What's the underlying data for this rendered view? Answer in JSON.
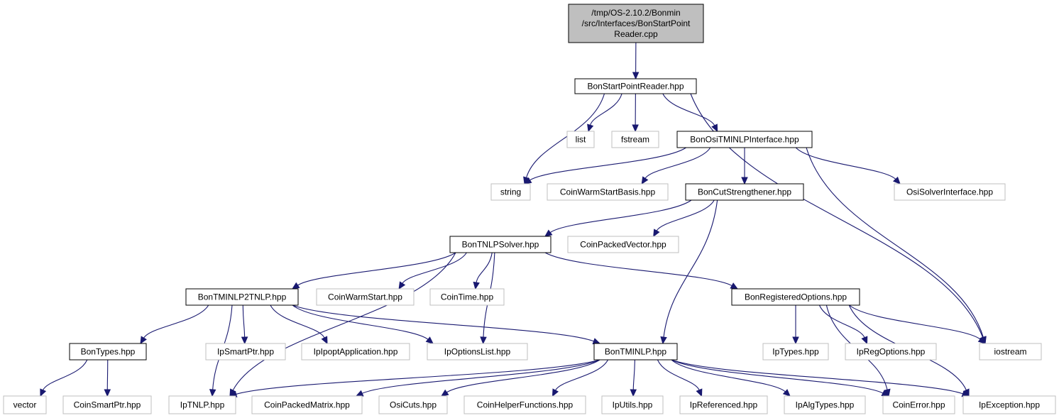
{
  "graph": {
    "edge_color": "#191970",
    "root_fill": "#bfbfbf",
    "external_border": "#bfbfbf",
    "nodes": [
      {
        "id": "root",
        "label": [
          "/tmp/OS-2.10.2/Bonmin",
          "/src/Interfaces/BonStartPoint",
          "Reader.cpp"
        ],
        "kind": "root"
      },
      {
        "id": "bonstartpointreader",
        "label": [
          "BonStartPointReader.hpp"
        ],
        "kind": "internal"
      },
      {
        "id": "list",
        "label": [
          "list"
        ],
        "kind": "external"
      },
      {
        "id": "fstream",
        "label": [
          "fstream"
        ],
        "kind": "external"
      },
      {
        "id": "bonositminlp",
        "label": [
          "BonOsiTMINLPInterface.hpp"
        ],
        "kind": "internal"
      },
      {
        "id": "string",
        "label": [
          "string"
        ],
        "kind": "external"
      },
      {
        "id": "coinwarmstartbasis",
        "label": [
          "CoinWarmStartBasis.hpp"
        ],
        "kind": "external"
      },
      {
        "id": "boncutstrengthener",
        "label": [
          "BonCutStrengthener.hpp"
        ],
        "kind": "internal"
      },
      {
        "id": "osisolverinterface",
        "label": [
          "OsiSolverInterface.hpp"
        ],
        "kind": "external"
      },
      {
        "id": "bontnlpsolver",
        "label": [
          "BonTNLPSolver.hpp"
        ],
        "kind": "internal"
      },
      {
        "id": "coinpackedvector",
        "label": [
          "CoinPackedVector.hpp"
        ],
        "kind": "external"
      },
      {
        "id": "bontminlp2tnlp",
        "label": [
          "BonTMINLP2TNLP.hpp"
        ],
        "kind": "internal"
      },
      {
        "id": "coinwarmstart",
        "label": [
          "CoinWarmStart.hpp"
        ],
        "kind": "external"
      },
      {
        "id": "cointime",
        "label": [
          "CoinTime.hpp"
        ],
        "kind": "external"
      },
      {
        "id": "bonregisteredoptions",
        "label": [
          "BonRegisteredOptions.hpp"
        ],
        "kind": "internal"
      },
      {
        "id": "bontypes",
        "label": [
          "BonTypes.hpp"
        ],
        "kind": "internal"
      },
      {
        "id": "ipsmartptr",
        "label": [
          "IpSmartPtr.hpp"
        ],
        "kind": "external"
      },
      {
        "id": "ipipoptapplication",
        "label": [
          "IpIpoptApplication.hpp"
        ],
        "kind": "external"
      },
      {
        "id": "ipoptionslist",
        "label": [
          "IpOptionsList.hpp"
        ],
        "kind": "external"
      },
      {
        "id": "bontminlp",
        "label": [
          "BonTMINLP.hpp"
        ],
        "kind": "internal"
      },
      {
        "id": "iptypes",
        "label": [
          "IpTypes.hpp"
        ],
        "kind": "external"
      },
      {
        "id": "ipregoptions",
        "label": [
          "IpRegOptions.hpp"
        ],
        "kind": "external"
      },
      {
        "id": "iostream",
        "label": [
          "iostream"
        ],
        "kind": "external"
      },
      {
        "id": "vector",
        "label": [
          "vector"
        ],
        "kind": "external"
      },
      {
        "id": "coinsmartptr",
        "label": [
          "CoinSmartPtr.hpp"
        ],
        "kind": "external"
      },
      {
        "id": "iptnlp",
        "label": [
          "IpTNLP.hpp"
        ],
        "kind": "external"
      },
      {
        "id": "coinpackedmatrix",
        "label": [
          "CoinPackedMatrix.hpp"
        ],
        "kind": "external"
      },
      {
        "id": "osicuts",
        "label": [
          "OsiCuts.hpp"
        ],
        "kind": "external"
      },
      {
        "id": "coinhelperfunctions",
        "label": [
          "CoinHelperFunctions.hpp"
        ],
        "kind": "external"
      },
      {
        "id": "iputils",
        "label": [
          "IpUtils.hpp"
        ],
        "kind": "external"
      },
      {
        "id": "ipreferenced",
        "label": [
          "IpReferenced.hpp"
        ],
        "kind": "external"
      },
      {
        "id": "ipalgtypes",
        "label": [
          "IpAlgTypes.hpp"
        ],
        "kind": "external"
      },
      {
        "id": "coinerror",
        "label": [
          "CoinError.hpp"
        ],
        "kind": "external"
      },
      {
        "id": "ipexception",
        "label": [
          "IpException.hpp"
        ],
        "kind": "external"
      }
    ],
    "edges": [
      {
        "from": "root",
        "to": "bonstartpointreader"
      },
      {
        "from": "bonstartpointreader",
        "to": "string"
      },
      {
        "from": "bonstartpointreader",
        "to": "list"
      },
      {
        "from": "bonstartpointreader",
        "to": "fstream"
      },
      {
        "from": "bonstartpointreader",
        "to": "bonositminlp"
      },
      {
        "from": "bonstartpointreader",
        "to": "iostream"
      },
      {
        "from": "bonositminlp",
        "to": "string"
      },
      {
        "from": "bonositminlp",
        "to": "coinwarmstartbasis"
      },
      {
        "from": "bonositminlp",
        "to": "boncutstrengthener"
      },
      {
        "from": "bonositminlp",
        "to": "osisolverinterface"
      },
      {
        "from": "bonositminlp",
        "to": "iostream"
      },
      {
        "from": "boncutstrengthener",
        "to": "bontnlpsolver"
      },
      {
        "from": "boncutstrengthener",
        "to": "coinpackedvector"
      },
      {
        "from": "boncutstrengthener",
        "to": "bontminlp"
      },
      {
        "from": "bontnlpsolver",
        "to": "bontminlp2tnlp"
      },
      {
        "from": "bontnlpsolver",
        "to": "coinwarmstart"
      },
      {
        "from": "bontnlpsolver",
        "to": "cointime"
      },
      {
        "from": "bontnlpsolver",
        "to": "bonregisteredoptions"
      },
      {
        "from": "bontnlpsolver",
        "to": "ipoptionslist"
      },
      {
        "from": "bontnlpsolver",
        "to": "iptnlp"
      },
      {
        "from": "bontminlp2tnlp",
        "to": "bontypes"
      },
      {
        "from": "bontminlp2tnlp",
        "to": "iptnlp"
      },
      {
        "from": "bontminlp2tnlp",
        "to": "ipsmartptr"
      },
      {
        "from": "bontminlp2tnlp",
        "to": "ipipoptapplication"
      },
      {
        "from": "bontminlp2tnlp",
        "to": "ipoptionslist"
      },
      {
        "from": "bontminlp2tnlp",
        "to": "bontminlp"
      },
      {
        "from": "bonregisteredoptions",
        "to": "iptypes"
      },
      {
        "from": "bonregisteredoptions",
        "to": "ipregoptions"
      },
      {
        "from": "bonregisteredoptions",
        "to": "iostream"
      },
      {
        "from": "bonregisteredoptions",
        "to": "coinerror"
      },
      {
        "from": "bonregisteredoptions",
        "to": "ipexception"
      },
      {
        "from": "bontypes",
        "to": "vector"
      },
      {
        "from": "bontypes",
        "to": "coinsmartptr"
      },
      {
        "from": "bontminlp",
        "to": "iptnlp"
      },
      {
        "from": "bontminlp",
        "to": "coinpackedmatrix"
      },
      {
        "from": "bontminlp",
        "to": "osicuts"
      },
      {
        "from": "bontminlp",
        "to": "coinhelperfunctions"
      },
      {
        "from": "bontminlp",
        "to": "iputils"
      },
      {
        "from": "bontminlp",
        "to": "ipreferenced"
      },
      {
        "from": "bontminlp",
        "to": "ipalgtypes"
      },
      {
        "from": "bontminlp",
        "to": "coinerror"
      },
      {
        "from": "bontminlp",
        "to": "ipexception"
      }
    ]
  }
}
